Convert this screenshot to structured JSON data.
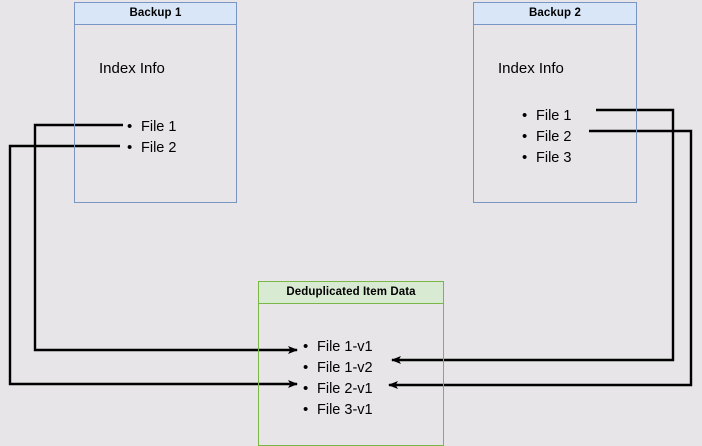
{
  "page": {
    "background_color": "#e7e5e7",
    "title": "Backup deduplication index diagram"
  },
  "nodes": [
    {
      "id": "backup1",
      "title": "Backup 1",
      "header_color": "#d9e6f8",
      "border_color": "#7895c4",
      "section_label": "Index Info",
      "files": [
        "File 1",
        "File 2"
      ]
    },
    {
      "id": "backup2",
      "title": "Backup 2",
      "header_color": "#d9e6f8",
      "border_color": "#7895c4",
      "section_label": "Index Info",
      "files": [
        "File 1",
        "File 2",
        "File 3"
      ]
    },
    {
      "id": "dedup",
      "title": "Deduplicated Item Data",
      "header_color": "#d9ead3",
      "border_color": "#7ab648",
      "section_label": "",
      "files": [
        "File 1-v1",
        "File 1-v2",
        "File 2-v1",
        "File 3-v1"
      ]
    }
  ],
  "edges": [
    {
      "name": "backup1-file1-to-dedup-file1v1",
      "from": "Backup 1 / File 1",
      "to": "Deduplicated Item Data / File 1-v1",
      "color": "#000000"
    },
    {
      "name": "backup1-file2-to-dedup-file2v1",
      "from": "Backup 1 / File 2",
      "to": "Deduplicated Item Data / File 2-v1",
      "color": "#000000"
    },
    {
      "name": "backup2-file1-to-dedup-file1v2",
      "from": "Backup 2 / File 1",
      "to": "Deduplicated Item Data / File 1-v2",
      "color": "#000000"
    },
    {
      "name": "backup2-file2-to-dedup-file2v1",
      "from": "Backup 2 / File 2",
      "to": "Deduplicated Item Data / File 2-v1",
      "color": "#000000"
    }
  ]
}
